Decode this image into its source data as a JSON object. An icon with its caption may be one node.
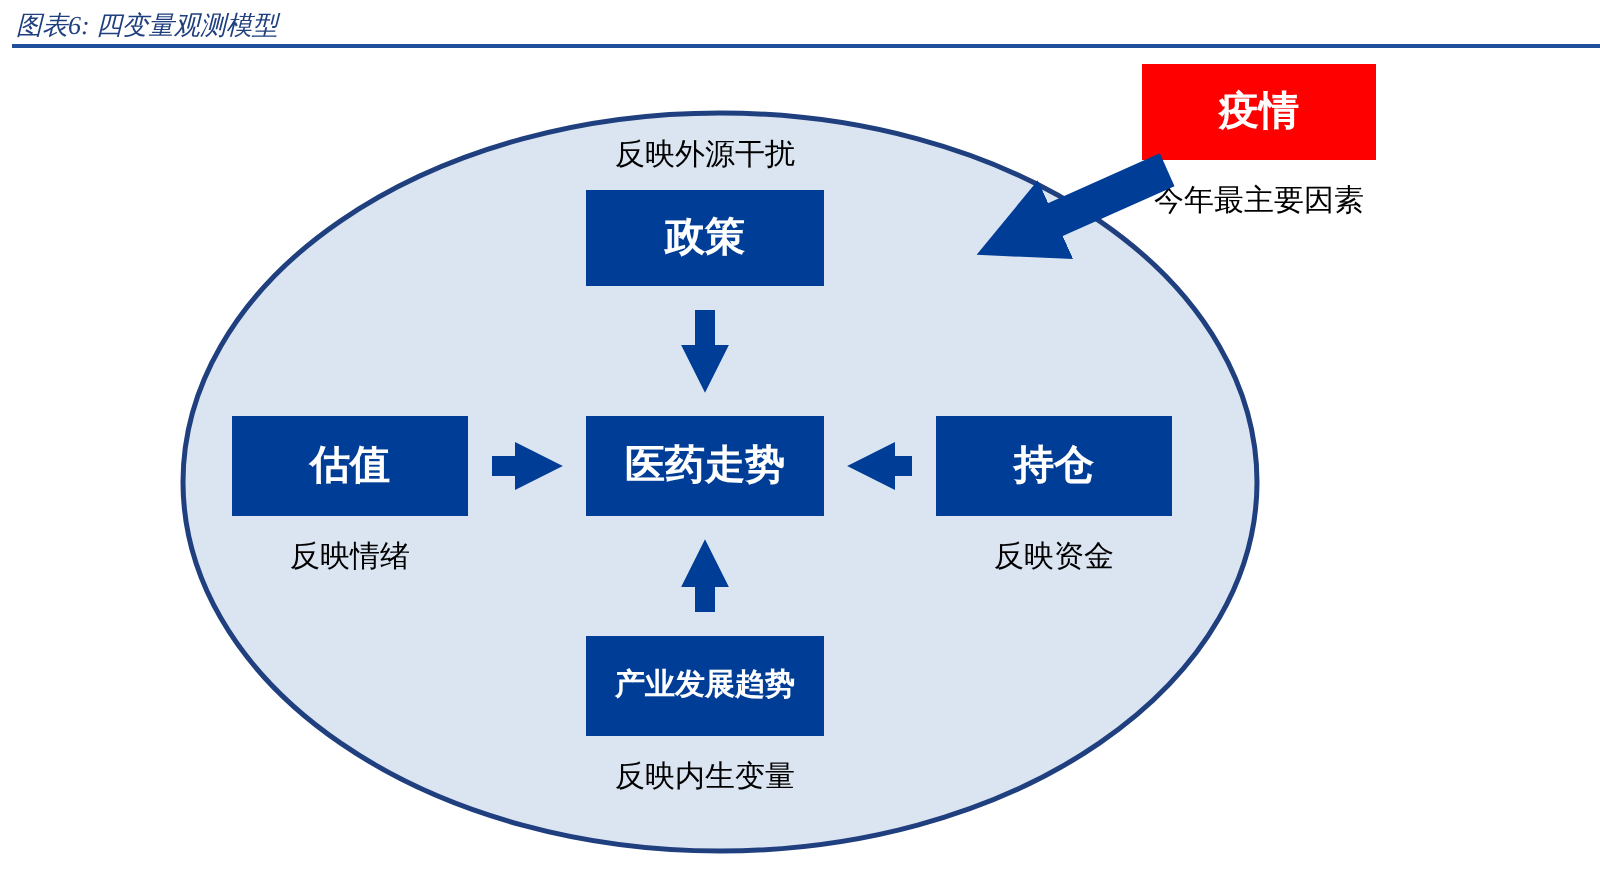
{
  "diagram": {
    "title": "图表6:  四变量观测模型",
    "nodes": [
      {
        "text": [],
        "shape": "ellipse"
      },
      {
        "text": [
          "政策"
        ],
        "in": 0,
        "beside": [
          "反映外源干扰"
        ]
      },
      {
        "text": [
          "估值"
        ],
        "in": 0,
        "beside": [
          "反映情绪"
        ]
      },
      {
        "text": [
          "医药走势"
        ],
        "in": 0
      },
      {
        "text": [
          "持仓"
        ],
        "in": 0,
        "beside": [
          "反映资金"
        ]
      },
      {
        "text": [
          "产业发展趋势"
        ],
        "in": 0,
        "beside": [
          "反映内生变量"
        ]
      },
      {
        "text": [
          "疫情"
        ],
        "beside": [
          "今年最主要因素"
        ]
      }
    ],
    "edges": [
      {
        "from": 1,
        "to": 3,
        "arrow": "to"
      },
      {
        "from": 2,
        "to": 3,
        "arrow": "to"
      },
      {
        "from": 4,
        "to": 3,
        "arrow": "to"
      },
      {
        "from": 5,
        "to": 3,
        "arrow": "to"
      },
      {
        "from": 6,
        "to": 0,
        "arrow": "to",
        "style": "thick"
      }
    ]
  }
}
